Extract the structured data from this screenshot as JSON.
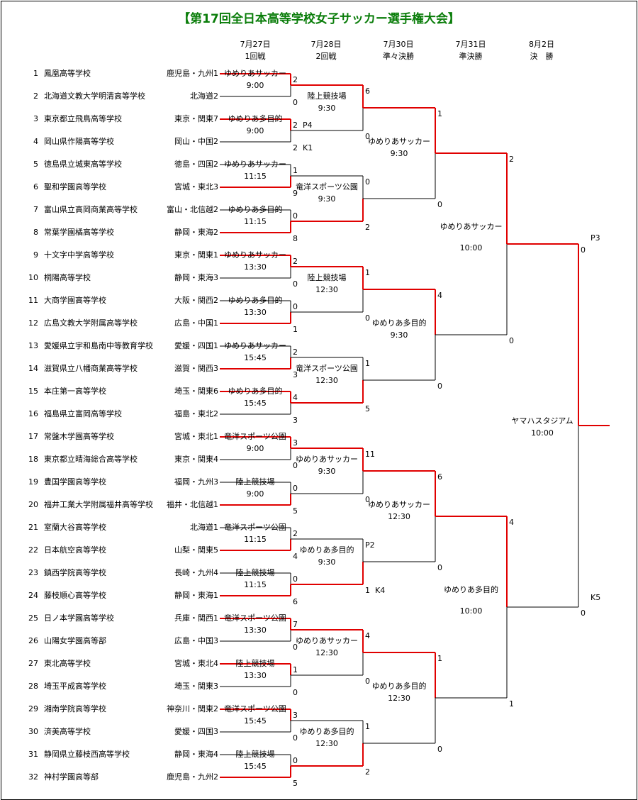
{
  "title": "【第17回全日本高等学校女子サッカー選手権大会】",
  "round_headers": [
    {
      "date": "7月27日",
      "name": "1回戦"
    },
    {
      "date": "7月28日",
      "name": "2回戦"
    },
    {
      "date": "7月30日",
      "name": "準々決勝"
    },
    {
      "date": "7月31日",
      "name": "準決勝"
    },
    {
      "date": "8月2日",
      "name": "決　勝"
    }
  ],
  "teams": [
    {
      "no": "1",
      "name": "鳳凰高等学校",
      "region": "鹿児島・九州1"
    },
    {
      "no": "2",
      "name": "北海道文教大学明清高等学校",
      "region": "北海道2"
    },
    {
      "no": "3",
      "name": "東京都立飛鳥高等学校",
      "region": "東京・関東7"
    },
    {
      "no": "4",
      "name": "岡山県作陽高等学校",
      "region": "岡山・中国2"
    },
    {
      "no": "5",
      "name": "徳島県立城東高等学校",
      "region": "徳島・四国2"
    },
    {
      "no": "6",
      "name": "聖和学園高等学校",
      "region": "宮城・東北3"
    },
    {
      "no": "7",
      "name": "富山県立高岡商業高等学校",
      "region": "富山・北信越2"
    },
    {
      "no": "8",
      "name": "常葉学園橘高等学校",
      "region": "静岡・東海2"
    },
    {
      "no": "9",
      "name": "十文字中学高等学校",
      "region": "東京・関東1"
    },
    {
      "no": "10",
      "name": "桐陽高等学校",
      "region": "静岡・東海3"
    },
    {
      "no": "11",
      "name": "大商学園高等学校",
      "region": "大阪・関西2"
    },
    {
      "no": "12",
      "name": "広島文教大学附属高等学校",
      "region": "広島・中国1"
    },
    {
      "no": "13",
      "name": "愛媛県立宇和島南中等教育学校",
      "region": "愛媛・四国1"
    },
    {
      "no": "14",
      "name": "滋賀県立八幡商業高等学校",
      "region": "滋賀・関西3"
    },
    {
      "no": "15",
      "name": "本庄第一高等学校",
      "region": "埼玉・関東6"
    },
    {
      "no": "16",
      "name": "福島県立富岡高等学校",
      "region": "福島・東北2"
    },
    {
      "no": "17",
      "name": "常盤木学園高等学校",
      "region": "宮城・東北1"
    },
    {
      "no": "18",
      "name": "東京都立晴海総合高等学校",
      "region": "東京・関東4"
    },
    {
      "no": "19",
      "name": "豊国学園高等学校",
      "region": "福岡・九州3"
    },
    {
      "no": "20",
      "name": "福井工業大学附属福井高等学校",
      "region": "福井・北信越1"
    },
    {
      "no": "21",
      "name": "室蘭大谷高等学校",
      "region": "北海道1"
    },
    {
      "no": "22",
      "name": "日本航空高等学校",
      "region": "山梨・関東5"
    },
    {
      "no": "23",
      "name": "鎮西学院高等学校",
      "region": "長崎・九州4"
    },
    {
      "no": "24",
      "name": "藤枝順心高等学校",
      "region": "静岡・東海1"
    },
    {
      "no": "25",
      "name": "日ノ本学園高等学校",
      "region": "兵庫・関西1"
    },
    {
      "no": "26",
      "name": "山陽女学園高等部",
      "region": "広島・中国3"
    },
    {
      "no": "27",
      "name": "東北高等学校",
      "region": "宮城・東北4"
    },
    {
      "no": "28",
      "name": "埼玉平成高等学校",
      "region": "埼玉・関東3"
    },
    {
      "no": "29",
      "name": "湘南学院高等学校",
      "region": "神奈川・関東2"
    },
    {
      "no": "30",
      "name": "済美高等学校",
      "region": "愛媛・四国3"
    },
    {
      "no": "31",
      "name": "静岡県立藤枝西高等学校",
      "region": "静岡・東海4"
    },
    {
      "no": "32",
      "name": "神村学園高等部",
      "region": "鹿児島・九州2"
    }
  ],
  "matches": [
    {
      "venue": "ゆめりあサッカー",
      "time": "9:00",
      "s1": "2",
      "s2": "0",
      "win": 1
    },
    {
      "venue": "ゆめりあ多目的",
      "time": "9:00",
      "s1": "2",
      "s2": "2",
      "pk1": "P4",
      "pk2": "K1",
      "win": 1
    },
    {
      "venue": "ゆめりあサッカー",
      "time": "11:15",
      "s1": "1",
      "s2": "9",
      "win": 2
    },
    {
      "venue": "ゆめりあ多目的",
      "time": "11:15",
      "s1": "0",
      "s2": "8",
      "win": 2
    },
    {
      "venue": "ゆめりあサッカー",
      "time": "13:30",
      "s1": "2",
      "s2": "0",
      "win": 1
    },
    {
      "venue": "ゆめりあ多目的",
      "time": "13:30",
      "s1": "0",
      "s2": "1",
      "win": 2
    },
    {
      "venue": "ゆめりあサッカー",
      "time": "15:45",
      "s1": "2",
      "s2": "3",
      "win": 2
    },
    {
      "venue": "ゆめりあ多目的",
      "time": "15:45",
      "s1": "4",
      "s2": "3",
      "win": 1
    },
    {
      "venue": "竜洋スポーツ公園",
      "time": "9:00",
      "s1": "3",
      "s2": "0",
      "win": 1
    },
    {
      "venue": "陸上競技場",
      "time": "9:00",
      "s1": "0",
      "s2": "5",
      "win": 2
    },
    {
      "venue": "竜洋スポーツ公園",
      "time": "11:15",
      "s1": "2",
      "s2": "4",
      "win": 2
    },
    {
      "venue": "陸上競技場",
      "time": "11:15",
      "s1": "0",
      "s2": "6",
      "win": 2
    },
    {
      "venue": "竜洋スポーツ公園",
      "time": "13:30",
      "s1": "7",
      "s2": "0",
      "win": 1
    },
    {
      "venue": "陸上競技場",
      "time": "13:30",
      "s1": "1",
      "s2": "0",
      "win": 1
    },
    {
      "venue": "竜洋スポーツ公園",
      "time": "15:45",
      "s1": "3",
      "s2": "0",
      "win": 1
    },
    {
      "venue": "陸上競技場",
      "time": "15:45",
      "s1": "0",
      "s2": "5",
      "win": 2
    },
    {
      "venue": "陸上競技場",
      "time": "9:30",
      "s1": "6",
      "s2": "0",
      "win": 1
    },
    {
      "venue": "竜洋スポーツ公園",
      "time": "9:30",
      "s1": "0",
      "s2": "2",
      "win": 2
    },
    {
      "venue": "陸上競技場",
      "time": "12:30",
      "s1": "1",
      "s2": "0",
      "win": 1
    },
    {
      "venue": "竜洋スポーツ公園",
      "time": "12:30",
      "s1": "1",
      "s2": "5",
      "win": 2
    },
    {
      "venue": "ゆめりあサッカー",
      "time": "9:30",
      "s1": "11",
      "s2": "0",
      "win": 1
    },
    {
      "venue": "ゆめりあ多目的",
      "time": "9:30",
      "s1": "P2",
      "s2": "1",
      "pk2": "K4",
      "win": 2
    },
    {
      "venue": "ゆめりあサッカー",
      "time": "12:30",
      "s1": "4",
      "s2": "0",
      "win": 1
    },
    {
      "venue": "ゆめりあ多目的",
      "time": "12:30",
      "s1": "1",
      "s2": "2",
      "win": 2
    },
    {
      "venue": "ゆめりあサッカー",
      "time": "9:30",
      "s1": "1",
      "s2": "0",
      "win": 1
    },
    {
      "venue": "ゆめりあ多目的",
      "time": "9:30",
      "s1": "4",
      "s2": "0",
      "win": 1
    },
    {
      "venue": "ゆめりあサッカー",
      "time": "12:30",
      "s1": "6",
      "s2": "0",
      "win": 1
    },
    {
      "venue": "ゆめりあ多目的",
      "time": "12:30",
      "s1": "1",
      "s2": "0",
      "win": 1
    },
    {
      "venue": "ゆめりあサッカー",
      "time": "10:00",
      "s1": "2",
      "s2": "0",
      "win": 1
    },
    {
      "venue": "ゆめりあ多目的",
      "time": "10:00",
      "s1": "4",
      "s2": "1",
      "win": 1
    },
    {
      "venue": "ヤマハスタジアム",
      "time": "10:00",
      "s1": "0",
      "s2": "0",
      "pk1": "P3",
      "pk2": "K5",
      "win": 1
    }
  ]
}
